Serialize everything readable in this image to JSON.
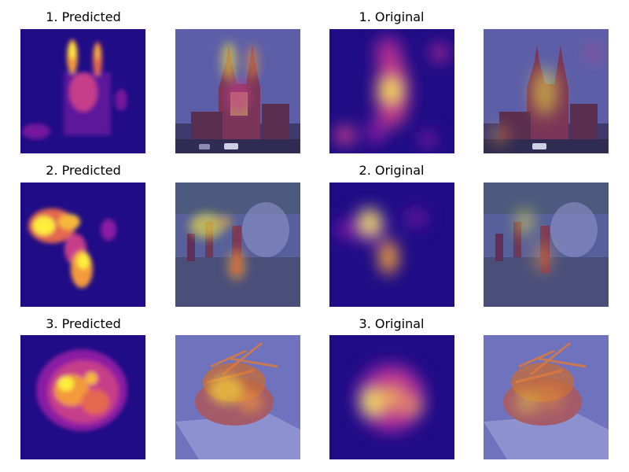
{
  "colors": {
    "heatmap_low": "#1f0c86",
    "heatmap_mid": "#c63d8a",
    "heatmap_high": "#fdee3c",
    "overlay_tint": "#5b4fb4"
  },
  "rows": [
    {
      "predicted_title": "1. Predicted",
      "original_title": "1. Original",
      "scene": "church"
    },
    {
      "predicted_title": "2. Predicted",
      "original_title": "2. Original",
      "scene": "street-performers"
    },
    {
      "predicted_title": "3. Predicted",
      "original_title": "3. Original",
      "scene": "food-plate"
    }
  ]
}
